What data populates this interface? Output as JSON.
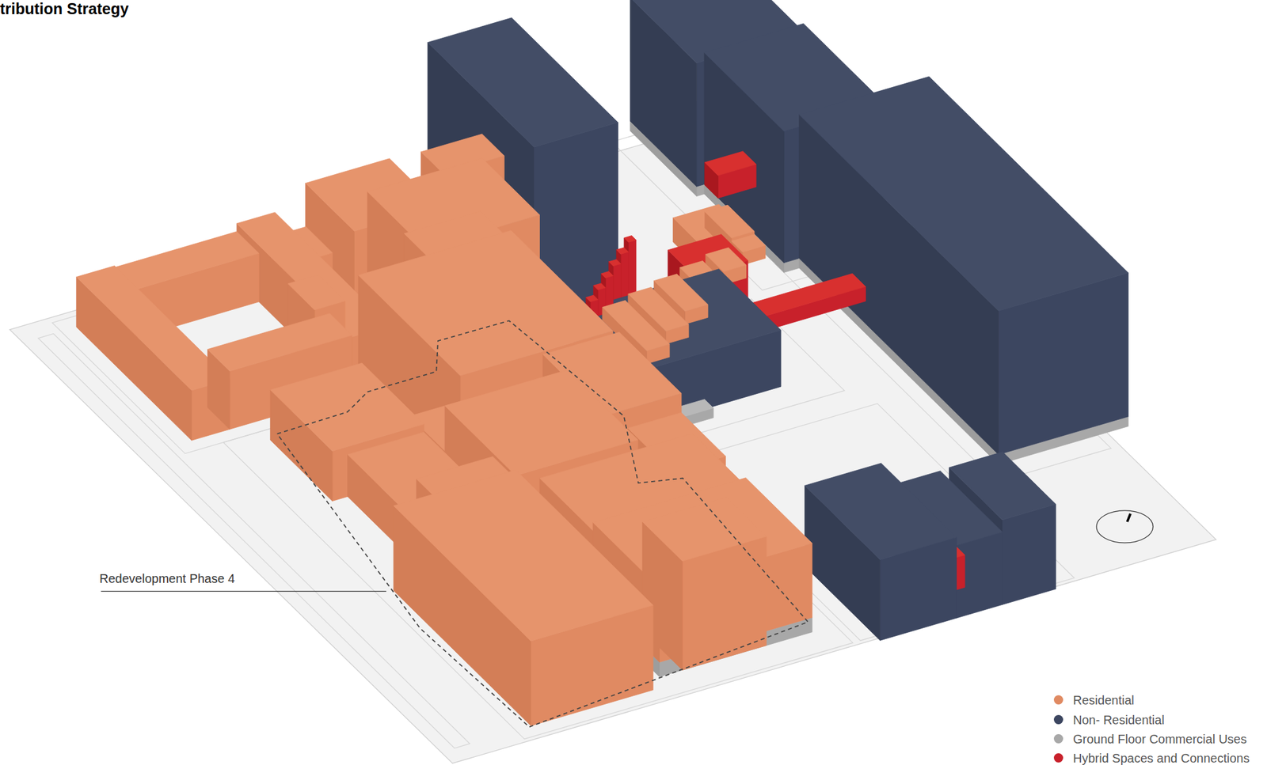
{
  "diagram": {
    "title": "tribution Strategy",
    "labels": [
      "Redevelopment Phase 4"
    ],
    "legend": [
      {
        "text": "Residential",
        "color": "#e08a62"
      },
      {
        "text": "Non- Residential",
        "color": "#3c4660"
      },
      {
        "text": "Ground Floor Commercial Uses",
        "color": "#a8a8a8"
      },
      {
        "text": "Hybrid Spaces and Connections",
        "color": "#c8212b"
      }
    ]
  }
}
